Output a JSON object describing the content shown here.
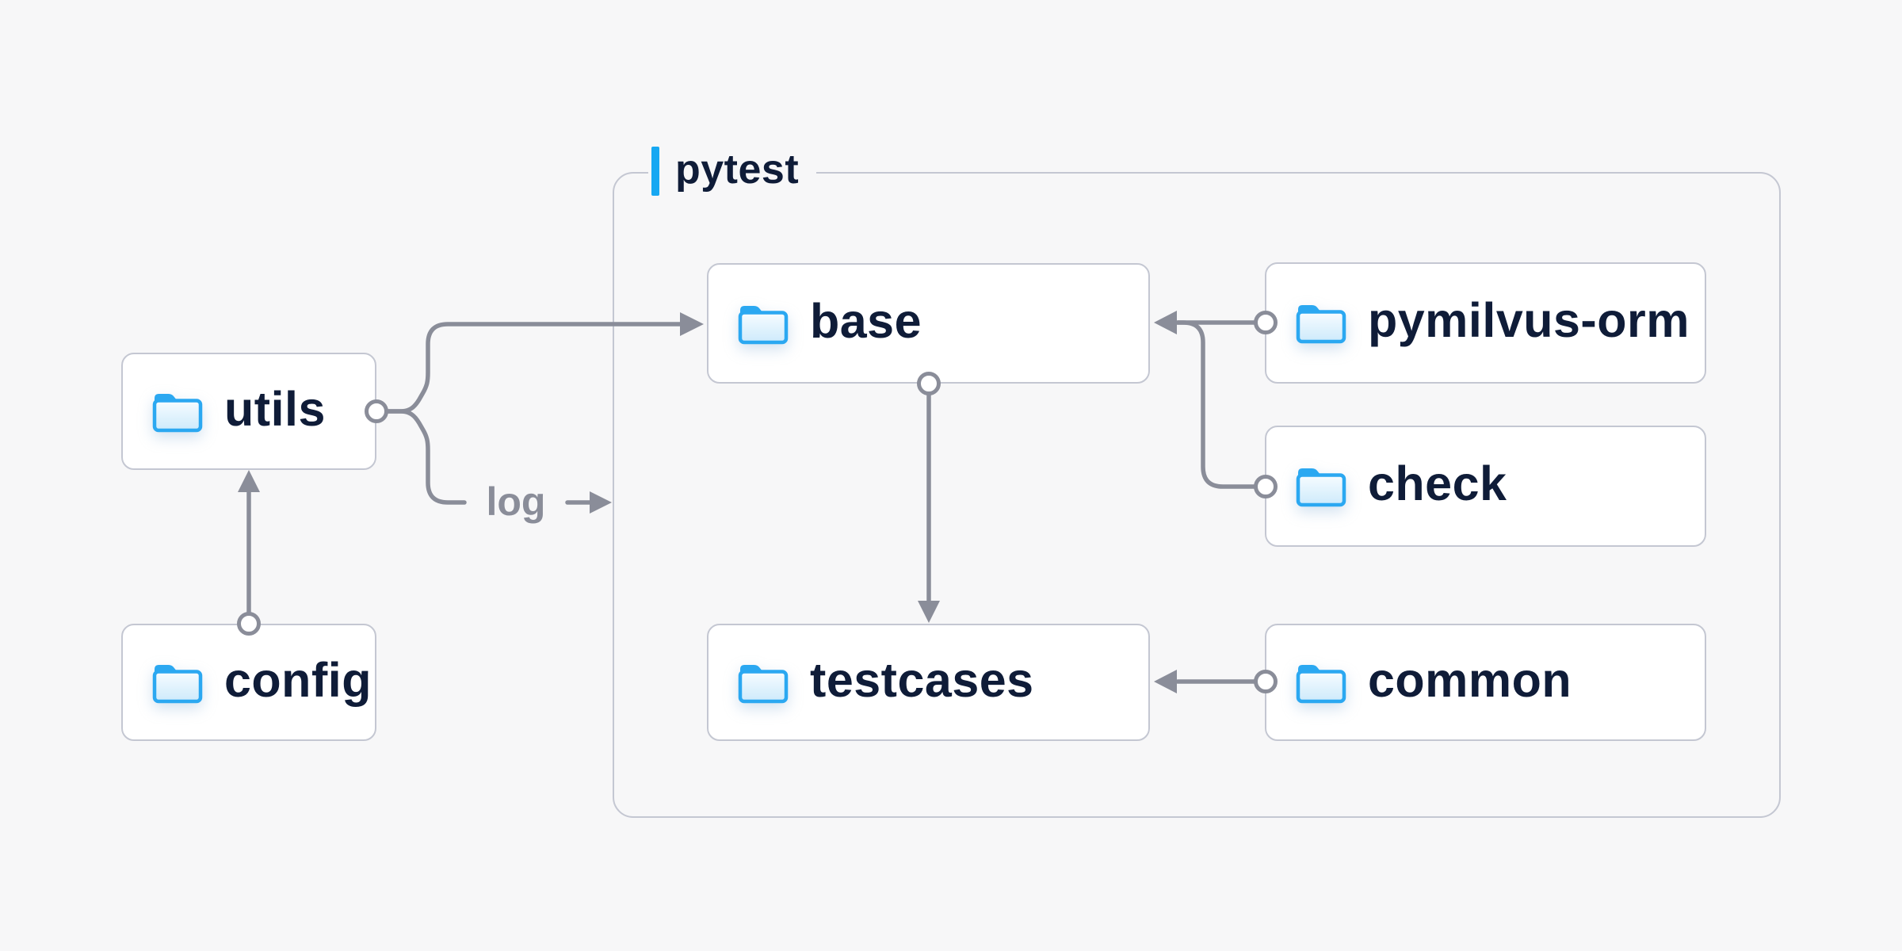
{
  "canvas": {
    "background": "#f7f7f8"
  },
  "palette": {
    "accent_blue": "#17a8f2",
    "folder_blue": "#2ba8f1",
    "folder_fill_top": "#f7fcff",
    "folder_fill_bottom": "#cdeafb",
    "node_fill": "#ffffff",
    "node_border": "#c4c7d2",
    "wire_gray": "#8a8d99",
    "text_dark": "#0f1c38",
    "text_gray": "#8a8d99"
  },
  "container": {
    "label": "pytest"
  },
  "nodes": [
    {
      "id": "utils",
      "label": "utils"
    },
    {
      "id": "config",
      "label": "config"
    },
    {
      "id": "base",
      "label": "base"
    },
    {
      "id": "pymilvus-orm",
      "label": "pymilvus-orm"
    },
    {
      "id": "check",
      "label": "check"
    },
    {
      "id": "testcases",
      "label": "testcases"
    },
    {
      "id": "common",
      "label": "common"
    }
  ],
  "edges": [
    {
      "from": "utils",
      "to": "base",
      "label": ""
    },
    {
      "from": "utils",
      "to": "pytest",
      "label": "log"
    },
    {
      "from": "config",
      "to": "utils",
      "label": ""
    },
    {
      "from": "base",
      "to": "testcases",
      "label": ""
    },
    {
      "from": "pymilvus-orm",
      "to": "base",
      "label": ""
    },
    {
      "from": "check",
      "to": "base",
      "label": ""
    },
    {
      "from": "common",
      "to": "testcases",
      "label": ""
    }
  ]
}
